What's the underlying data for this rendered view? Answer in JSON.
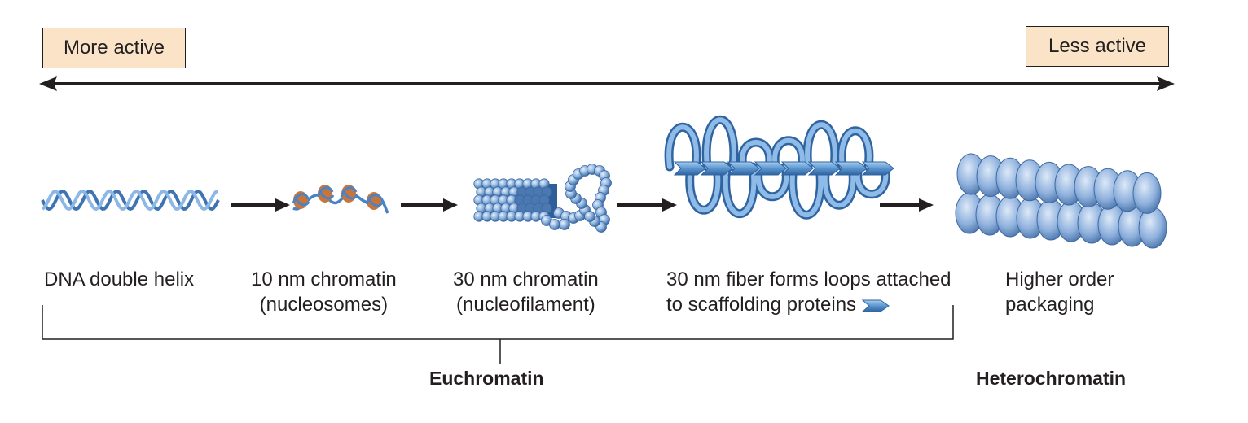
{
  "activity": {
    "more": "More active",
    "less": "Less active"
  },
  "stages": [
    {
      "line1": "DNA double helix",
      "line2": ""
    },
    {
      "line1": "10 nm chromatin",
      "line2": "(nucleosomes)"
    },
    {
      "line1": "30 nm chromatin",
      "line2": "(nucleofilament)"
    },
    {
      "line1": "30 nm fiber forms loops attached",
      "line2": "to scaffolding proteins"
    },
    {
      "line1": "Higher order",
      "line2": "packaging"
    }
  ],
  "groups": {
    "euchromatin": "Euchromatin",
    "heterochromatin": "Heterochromatin"
  },
  "colors": {
    "dna_blue": "#5b8fc9",
    "dna_light": "#a9c8ea",
    "histone_orange": "#c8743a",
    "label_box": "#fbe3c8",
    "arrow": "#231f20"
  }
}
